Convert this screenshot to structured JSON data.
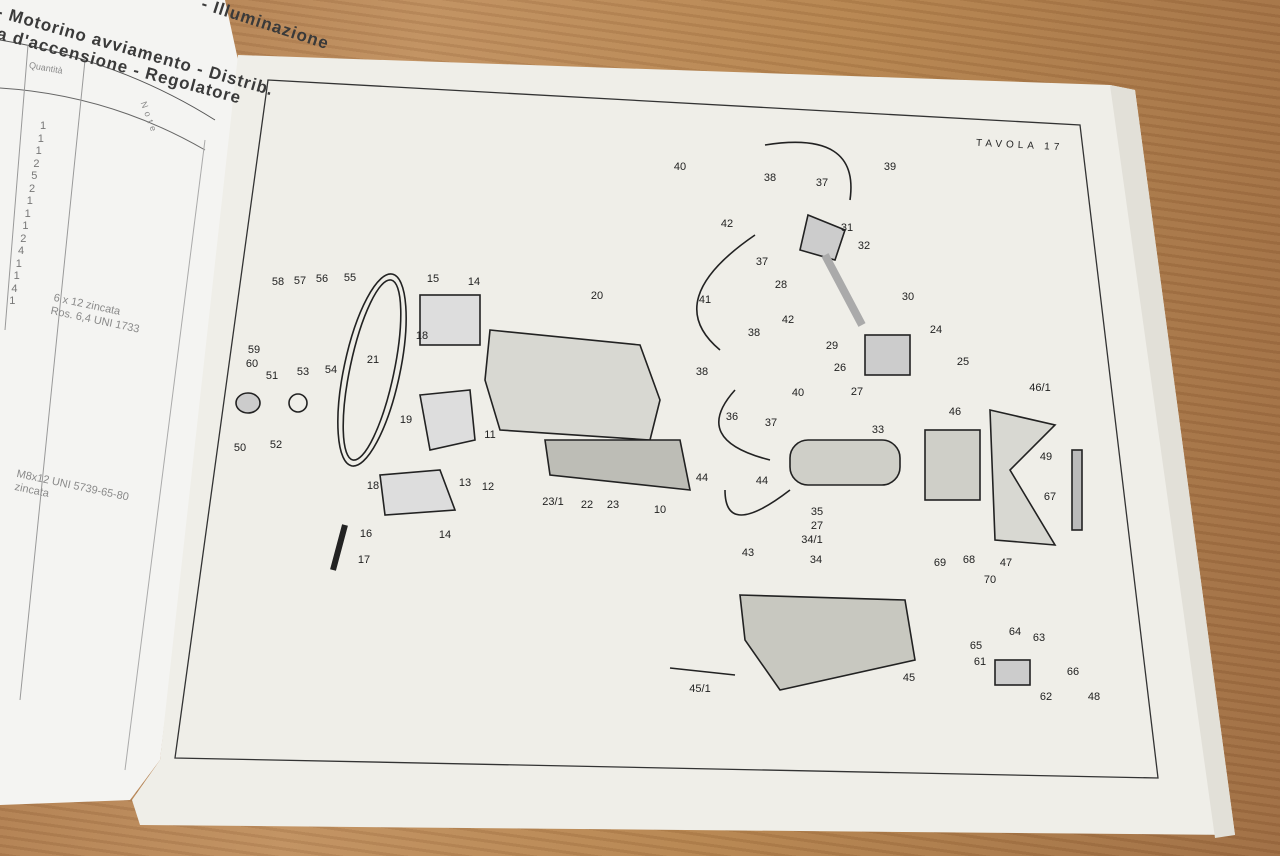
{
  "left_page": {
    "heading_lines": [
      "- Illuminazione",
      "- Motorino avviamento - Distrib.",
      "a d'accensione - Regolatore"
    ],
    "column_quantita": "Quantità",
    "column_note": "Note",
    "quantities": [
      "1",
      "1",
      "1",
      "2",
      "5",
      "2",
      "1",
      "1",
      "1",
      "2",
      "4",
      "1",
      "1",
      "4",
      "1"
    ],
    "note_1a": "6 x 12 zincata",
    "note_1b": "Ros. 6,4 UNI 1733",
    "note_2a": "M8x12 UNI 5739-65-80",
    "note_2b": "zincata"
  },
  "right_page": {
    "plate_title": "TAVOLA 17",
    "labels": [
      "40",
      "38",
      "37",
      "39",
      "42",
      "31",
      "32",
      "37",
      "28",
      "30",
      "41",
      "42",
      "38",
      "20",
      "29",
      "24",
      "26",
      "25",
      "27",
      "38",
      "40",
      "46/1",
      "15",
      "14",
      "58",
      "57",
      "56",
      "55",
      "18",
      "21",
      "59",
      "60",
      "51",
      "53",
      "54",
      "36",
      "37",
      "33",
      "46",
      "19",
      "11",
      "50",
      "52",
      "13",
      "12",
      "49",
      "44",
      "44",
      "23/1",
      "22",
      "23",
      "10",
      "18",
      "16",
      "14",
      "17",
      "35",
      "27",
      "34/1",
      "34",
      "67",
      "69",
      "68",
      "70",
      "47",
      "43",
      "64",
      "63",
      "65",
      "61",
      "66",
      "62",
      "48",
      "45/1",
      "45"
    ]
  }
}
